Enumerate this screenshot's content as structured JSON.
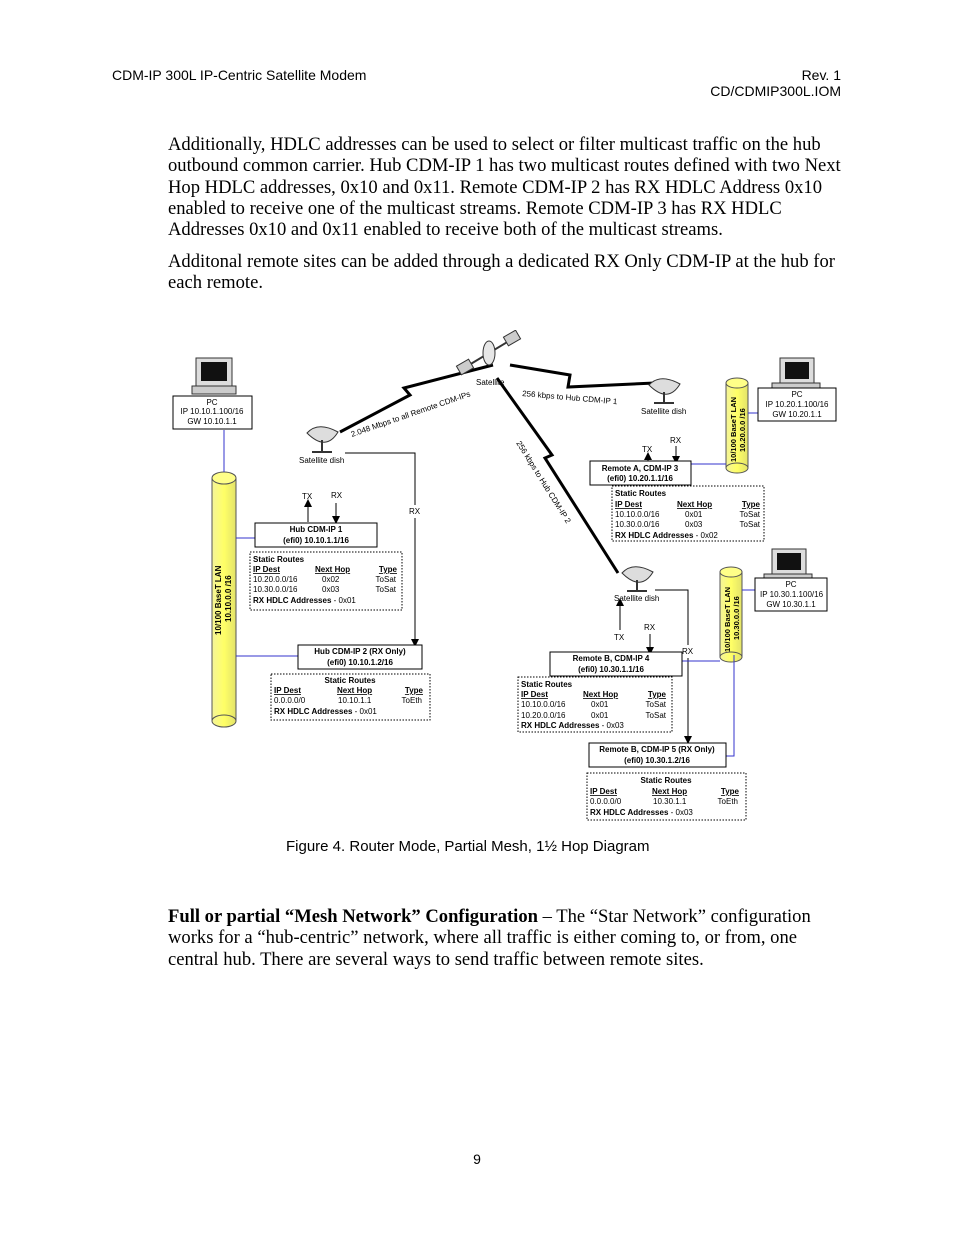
{
  "header": {
    "left": "CDM-IP 300L IP-Centric Satellite Modem",
    "right_line1": "Rev. 1",
    "right_line2": "CD/CDMIP300L.IOM"
  },
  "paragraphs": {
    "p1": "Additionally, HDLC addresses can be used to select or filter multicast traffic on the hub outbound common carrier. Hub CDM-IP 1 has two multicast routes defined with two Next Hop HDLC addresses, 0x10 and 0x11. Remote CDM-IP 2 has RX HDLC Address 0x10 enabled to receive one of the multicast streams. Remote CDM-IP 3 has RX HDLC Addresses 0x10 and 0x11 enabled to receive both of the multicast streams.",
    "p2": "Additonal remote sites can be added through a dedicated RX Only CDM-IP at the hub for each remote.",
    "p3_bold": "Full or partial “Mesh Network” Configuration",
    "p3_rest": " – The “Star Network” configuration works for a “hub-centric” network, where all traffic is either coming to, or from, one central hub. There are several ways to send traffic between remote sites."
  },
  "figure": {
    "caption": "Figure 4.  Router Mode, Partial Mesh, 1½ Hop Diagram",
    "satellite_label": "Satellite",
    "link_all": "2.048 Mbps to all Remote CDM-IPs",
    "link_hub1": "256 kbps to Hub CDM-IP 1",
    "link_hub2": "256 kbps to Hub CDM-IP 2",
    "dish_label": "Satellite dish",
    "tx": "TX",
    "rx": "RX",
    "pc": {
      "title": "PC",
      "hub_ip": "IP 10.10.1.100/16",
      "hub_gw": "GW 10.10.1.1",
      "a_ip": "IP 10.20.1.100/16",
      "a_gw": "GW 10.20.1.1",
      "b_ip": "IP 10.30.1.100/16",
      "b_gw": "GW 10.30.1.1"
    },
    "lan": {
      "name": "10/100 BaseT LAN",
      "hub_net": "10.10.0.0 /16",
      "a_net": "10.20.0.0 /16",
      "b_net": "10.30.0.0 /16"
    },
    "modems": {
      "hub1_l1": "Hub CDM-IP 1",
      "hub1_l2": "(efi0) 10.10.1.1/16",
      "hub2_l1": "Hub CDM-IP 2 (RX Only)",
      "hub2_l2": "(efi0) 10.10.1.2/16",
      "a_l1": "Remote A, CDM-IP 3",
      "a_l2": "(efi0) 10.20.1.1/16",
      "b_l1": "Remote B, CDM-IP 4",
      "b_l2": "(efi0) 10.30.1.1/16",
      "b5_l1": "Remote B, CDM-IP 5 (RX Only)",
      "b5_l2": "(efi0) 10.30.1.2/16"
    },
    "routes": {
      "title": "Static Routes",
      "col_dest": "IP Dest",
      "col_hop": "Next Hop",
      "col_type": "Type",
      "hdlc_label": "RX HDLC Addresses",
      "hub1": {
        "rows": [
          [
            "10.20.0.0/16",
            "0x02",
            "ToSat"
          ],
          [
            "10.30.0.0/16",
            "0x03",
            "ToSat"
          ]
        ],
        "hdlc": " - 0x01"
      },
      "hub2": {
        "rows": [
          [
            "0.0.0.0/0",
            "10.10.1.1",
            "ToEth"
          ]
        ],
        "hdlc": " - 0x01"
      },
      "a": {
        "rows": [
          [
            "10.10.0.0/16",
            "0x01",
            "ToSat"
          ],
          [
            "10.30.0.0/16",
            "0x03",
            "ToSat"
          ]
        ],
        "hdlc": " - 0x02"
      },
      "b": {
        "rows": [
          [
            "10.10.0.0/16",
            "0x01",
            "ToSat"
          ],
          [
            "10.20.0.0/16",
            "0x01",
            "ToSat"
          ]
        ],
        "hdlc": " - 0x03"
      },
      "b5": {
        "rows": [
          [
            "0.0.0.0/0",
            "10.30.1.1",
            "ToEth"
          ]
        ],
        "hdlc": " - 0x03"
      }
    }
  },
  "page_number": "9"
}
